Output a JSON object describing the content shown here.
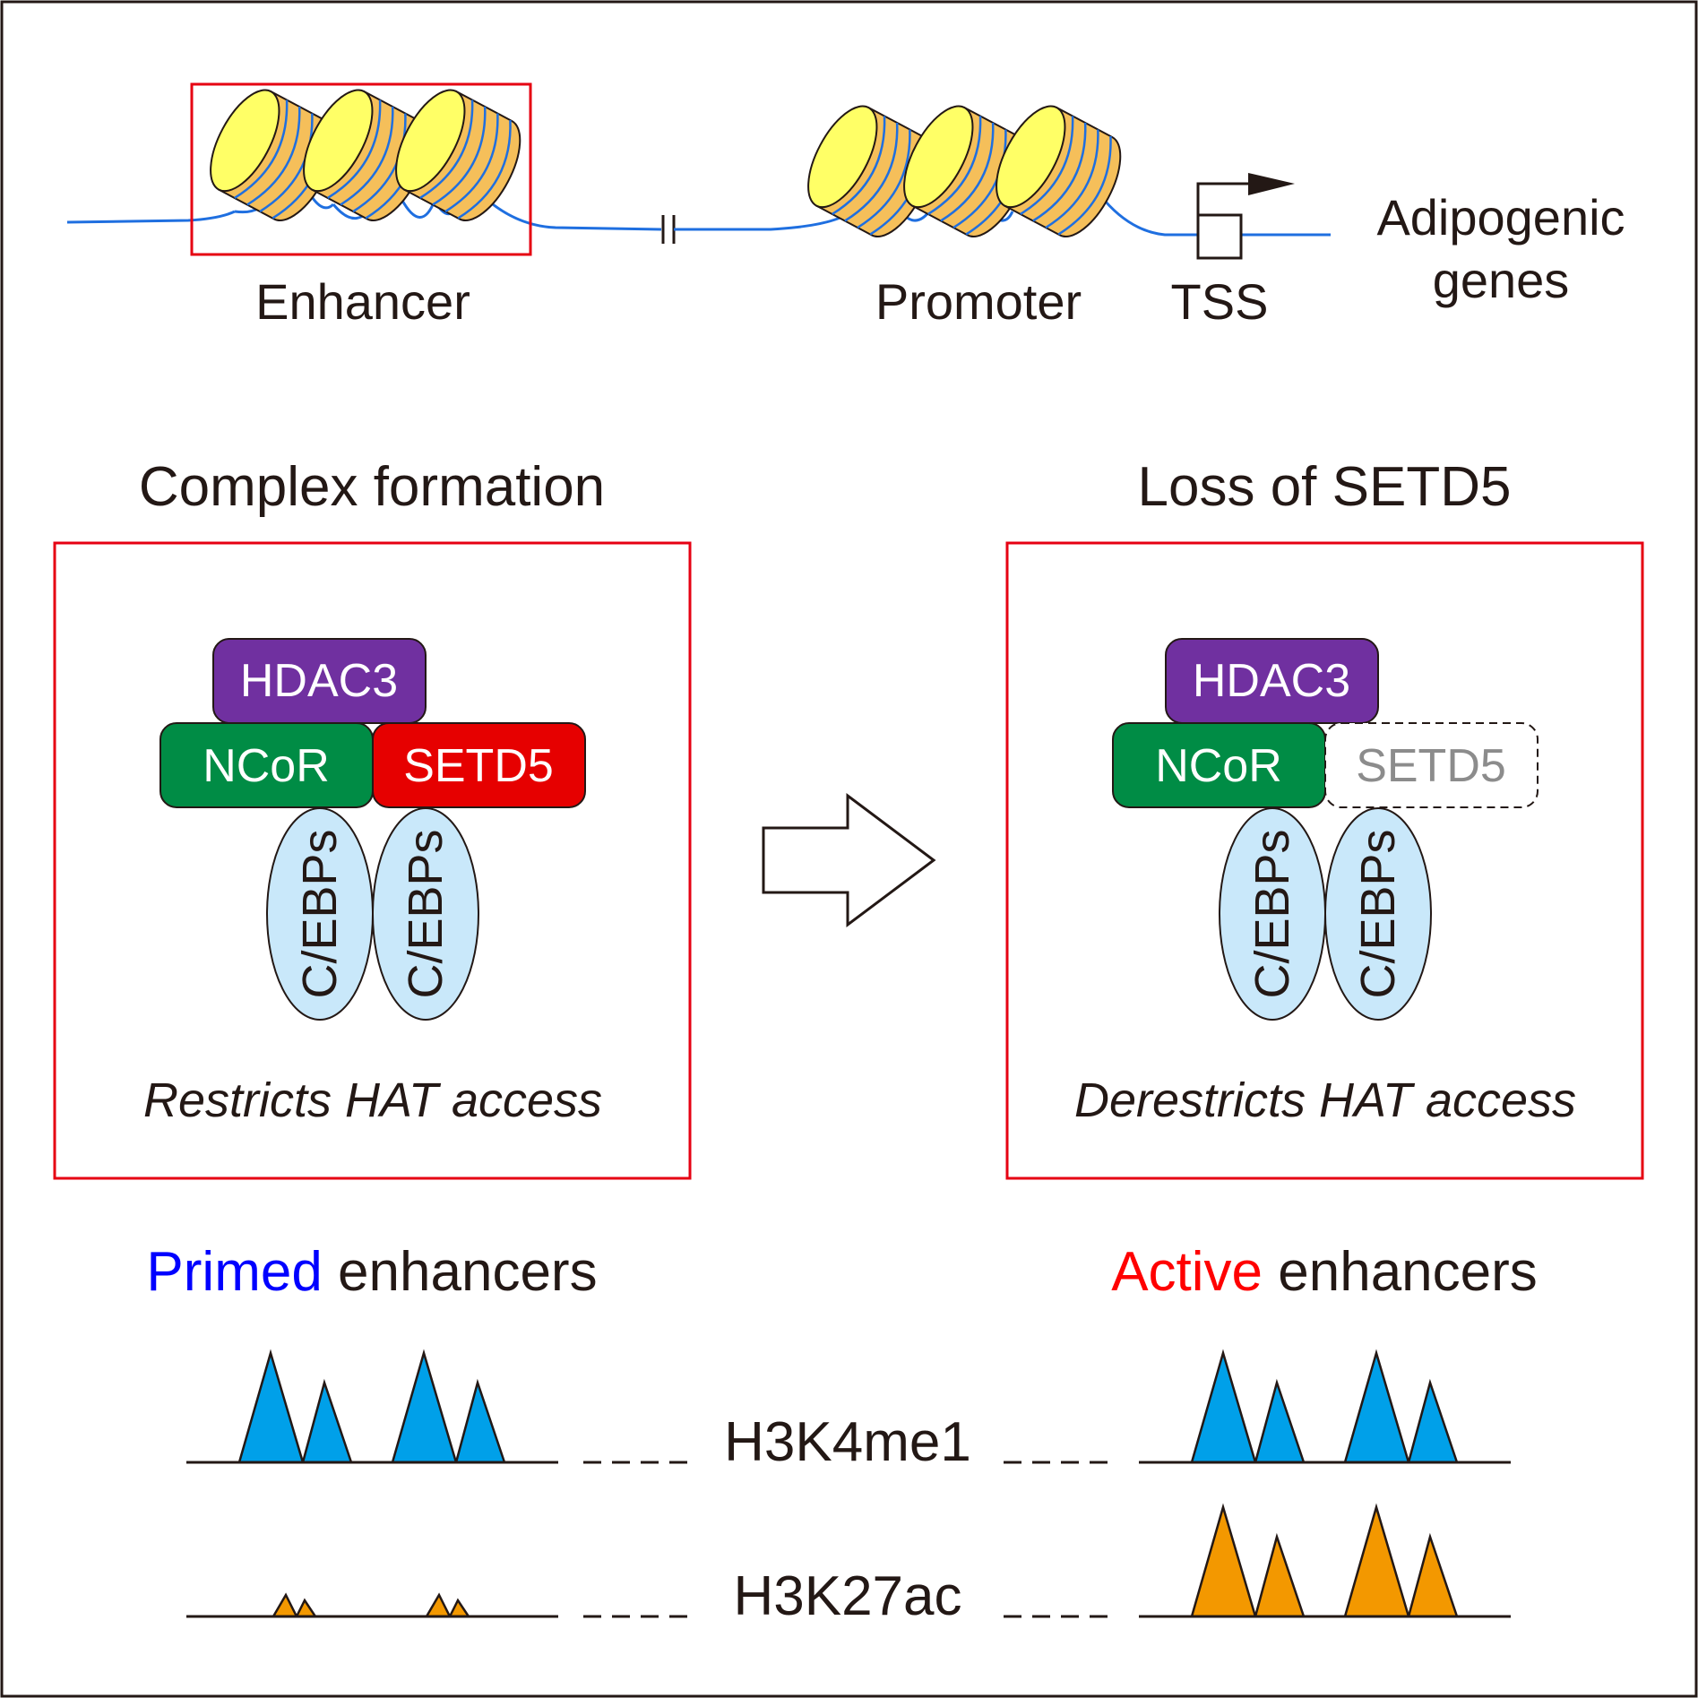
{
  "top": {
    "enhancer_label": "Enhancer",
    "promoter_label": "Promoter",
    "tss_label": "TSS",
    "genes_line1": "Adipogenic",
    "genes_line2": "genes"
  },
  "left_panel": {
    "title": "Complex formation",
    "hdac3": "HDAC3",
    "ncor": "NCoR",
    "setd5": "SETD5",
    "cebp_1": "C/EBPs",
    "cebp_2": "C/EBPs",
    "caption": "Restricts HAT access"
  },
  "right_panel": {
    "title": "Loss of SETD5",
    "hdac3": "HDAC3",
    "ncor": "NCoR",
    "setd5": "SETD5",
    "cebp_1": "C/EBPs",
    "cebp_2": "C/EBPs",
    "caption": "Derestricts HAT access"
  },
  "states": {
    "primed_word": "Primed",
    "primed_rest": " enhancers",
    "active_word": "Active",
    "active_rest": " enhancers"
  },
  "tracks": {
    "h3k4me1": "H3K4me1",
    "h3k27ac": "H3K27ac"
  },
  "colors": {
    "frame_red": "#e60012",
    "hdac3": "#7030a0",
    "ncor": "#008c45",
    "setd5": "#e60000",
    "setd5_lost": "#8c8c8c",
    "cebp_fill": "#c9e8fa",
    "dna": "#1f6fe0",
    "nucleosome_side": "#f5bf5a",
    "nucleosome_face": "#ffff66",
    "h3k4me1_peak": "#00a0e9",
    "h3k27ac_peak": "#f39800",
    "primed": "#0000ff",
    "active": "#ff0000"
  }
}
